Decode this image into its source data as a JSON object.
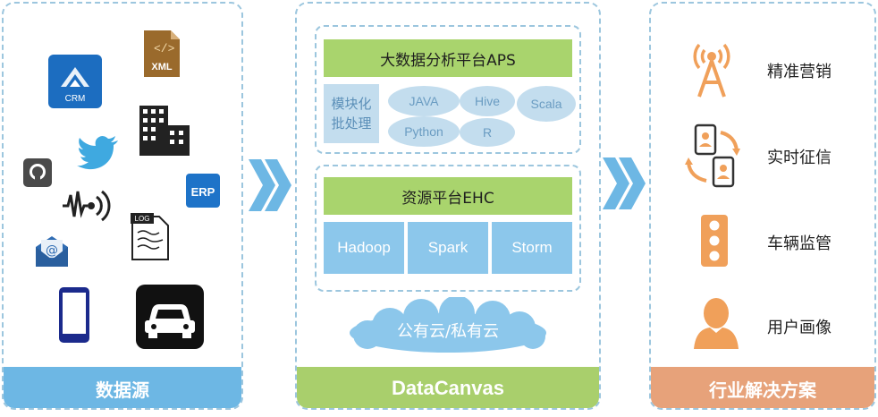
{
  "left_panel": {
    "title": "数据源",
    "icons": {
      "crm_label": "CRM",
      "xml_label": "XML",
      "erp_label": "ERP",
      "log_label": "LOG"
    }
  },
  "middle_panel": {
    "title": "DataCanvas",
    "analytics": {
      "title": "大数据分析平台APS",
      "module_text_line1": "模块化",
      "module_text_line2": "批处理",
      "languages": [
        "JAVA",
        "Hive",
        "Scala",
        "Python",
        "R"
      ]
    },
    "resource": {
      "title": "资源平台EHC",
      "engines": [
        "Hadoop",
        "Spark",
        "Storm"
      ]
    },
    "cloud_label": "公有云/私有云"
  },
  "right_panel": {
    "title": "行业解决方案",
    "items": [
      "精准营销",
      "实时征信",
      "车辆监管",
      "用户画像"
    ]
  },
  "colors": {
    "blue_header": "#6db7e4",
    "green_header": "#a9cf6c",
    "orange_header": "#e7a27a",
    "dashed_border": "#9cc6de",
    "green_bar": "#a9d46d",
    "pill_blue": "#c3ddee",
    "engine_blue": "#8cc7eb",
    "icon_orange": "#f0a05a"
  }
}
